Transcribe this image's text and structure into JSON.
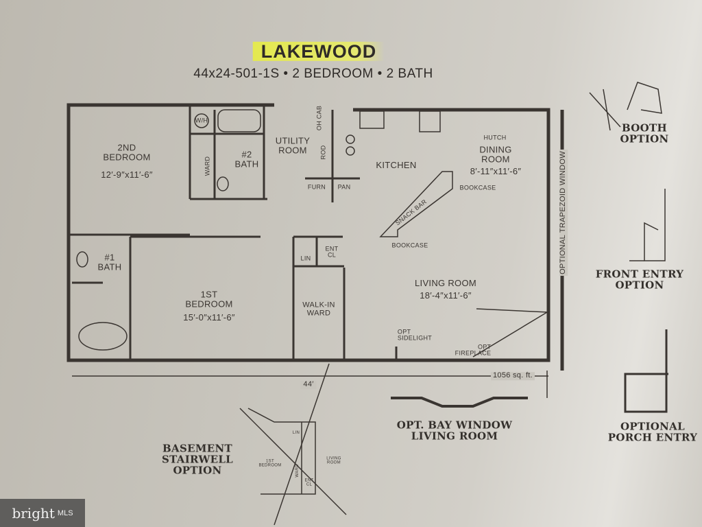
{
  "title": "LAKEWOOD",
  "subtitle": "44x24-501-1S • 2 BEDROOM • 2 BATH",
  "rooms": {
    "bed2": {
      "name": "2ND\nBEDROOM",
      "size": "12′-9″x11′-6″"
    },
    "wh": "W/H",
    "ward": "WARD",
    "bath2": "#2\nBATH",
    "utility": "UTILITY\nROOM",
    "ohcab": "OH CAB",
    "rod": "ROD",
    "furn": "FURN",
    "pan": "PAN",
    "kitchen": "KITCHEN",
    "hutch": "HUTCH",
    "dining": {
      "name": "DINING\nROOM",
      "size": "8′-11″x11′-6″"
    },
    "bookcase1": "BOOKCASE",
    "snackbar": "SNACK BAR",
    "bookcase2": "BOOKCASE",
    "bath1": "#1\nBATH",
    "bed1": {
      "name": "1ST\nBEDROOM",
      "size": "15′-0″x11′-6″"
    },
    "lin": "LIN",
    "entcl": "ENT\nCL",
    "walkin": "WALK-IN\nWARD",
    "living": {
      "name": "LIVING ROOM",
      "size": "18′-4″x11′-6″"
    },
    "sidelight": "OPT\nSIDELIGHT",
    "fireplace": "OPT\nFIREPLACE"
  },
  "dimensions": {
    "length": "44′",
    "area": "1056 sq. ft."
  },
  "options": {
    "trapezoid": "OPTIONAL TRAPEZOID WINDOW",
    "booth": "BOOTH\nOPTION",
    "front_entry": "FRONT ENTRY\nOPTION",
    "bay_window": "OPT. BAY WINDOW\nLIVING ROOM",
    "porch": "OPTIONAL\nPORCH ENTRY",
    "basement": "BASEMENT\nSTAIRWELL\nOPTION",
    "basement_labels": {
      "lin": "LIN",
      "bed": "1ST\nBEDROOM",
      "living": "LIVING\nROOM",
      "ward": "WARD",
      "entcl": "ENT\nCL"
    }
  },
  "logo": {
    "brand": "bright",
    "suffix": "MLS"
  }
}
